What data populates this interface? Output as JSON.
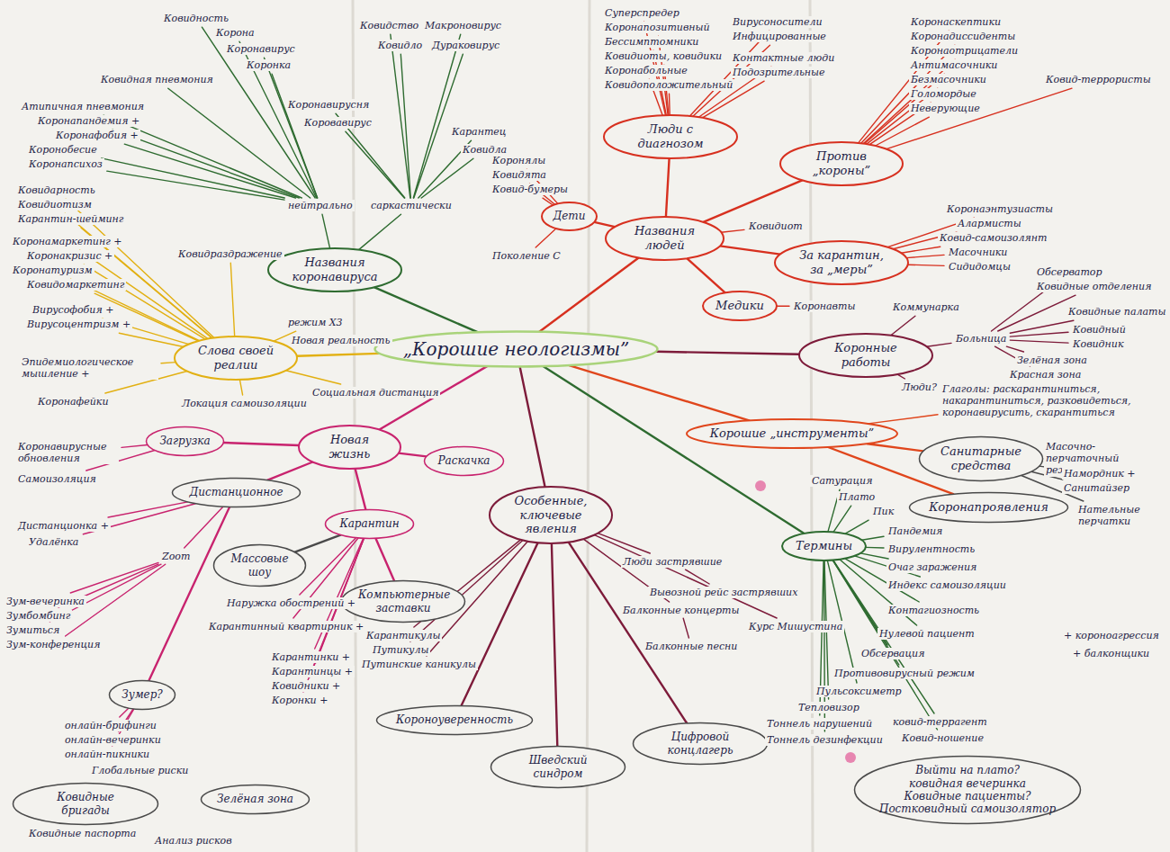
{
  "diagram": {
    "nodes": [
      {
        "text": [
          "„Корошие неологизмы”"
        ]
      },
      {
        "text": [
          "Названия коронавируса"
        ]
      },
      {
        "text": [
          "Слова своей реалии"
        ]
      },
      {
        "text": [
          "Новая жизнь"
        ]
      },
      {
        "text": [
          "Особенные, ключевые явления"
        ]
      },
      {
        "text": [
          "Названия людей"
        ]
      },
      {
        "text": [
          "Люди с диагнозом"
        ]
      },
      {
        "text": [
          "Против „короны”"
        ]
      },
      {
        "text": [
          "За карантин, за „меры”"
        ]
      },
      {
        "text": [
          "Медики"
        ]
      },
      {
        "text": [
          "Дети"
        ]
      },
      {
        "text": [
          "Коронные работы"
        ]
      },
      {
        "text": [
          "Корошие „инструменты”"
        ]
      },
      {
        "text": [
          "Санитарные средства"
        ]
      },
      {
        "text": [
          "Коронапроявления"
        ]
      },
      {
        "text": [
          "Термины"
        ]
      },
      {
        "text": [
          "Загрузка"
        ]
      },
      {
        "text": [
          "Дистанционное"
        ]
      },
      {
        "text": [
          "Массовые шоу"
        ]
      },
      {
        "text": [
          "Карантин"
        ]
      },
      {
        "text": [
          "Раскачка"
        ]
      },
      {
        "text": [
          "Компьютерные заставки"
        ]
      },
      {
        "text": [
          "Короноуверенность"
        ]
      },
      {
        "text": [
          "Шведский синдром"
        ]
      },
      {
        "text": [
          "Цифровой концлагерь"
        ]
      },
      {
        "text": [
          "Зумер?"
        ]
      },
      {
        "text": [
          "Ковидные бригады"
        ]
      },
      {
        "text": [
          "Зелёная зона"
        ]
      },
      {
        "text": [
          "Выйти на плато?",
          "ковидная вечеринка",
          "Ковидные пациенты?",
          "Постковидный самоизолятор"
        ]
      }
    ],
    "edges": [
      {
        "from": 0,
        "to": 1,
        "arrow": "none"
      },
      {
        "from": 0,
        "to": 2,
        "arrow": "none"
      },
      {
        "from": 0,
        "to": 3,
        "arrow": "none"
      },
      {
        "from": 0,
        "to": 4,
        "arrow": "none"
      },
      {
        "from": 0,
        "to": 5,
        "arrow": "none"
      },
      {
        "from": 0,
        "to": 11,
        "arrow": "none"
      },
      {
        "from": 0,
        "to": 12,
        "arrow": "none"
      },
      {
        "from": 0,
        "to": 15,
        "arrow": "none"
      },
      {
        "from": 5,
        "to": 6,
        "arrow": "none"
      },
      {
        "from": 5,
        "to": 7,
        "arrow": "none"
      },
      {
        "from": 5,
        "to": 8,
        "arrow": "none"
      },
      {
        "from": 5,
        "to": 9,
        "arrow": "none"
      },
      {
        "from": 5,
        "to": 10,
        "arrow": "none"
      },
      {
        "from": 12,
        "to": 13,
        "arrow": "none"
      },
      {
        "from": 12,
        "to": 14,
        "arrow": "none"
      },
      {
        "from": 3,
        "to": 16,
        "arrow": "none"
      },
      {
        "from": 3,
        "to": 17,
        "arrow": "none"
      },
      {
        "from": 3,
        "to": 19,
        "arrow": "none"
      },
      {
        "from": 3,
        "to": 20,
        "arrow": "none"
      },
      {
        "from": 19,
        "to": 21,
        "arrow": "none"
      },
      {
        "from": 19,
        "to": 18,
        "arrow": "none"
      },
      {
        "from": 17,
        "to": 25,
        "arrow": "none"
      },
      {
        "from": 4,
        "to": 22,
        "arrow": "none"
      },
      {
        "from": 4,
        "to": 23,
        "arrow": "none"
      },
      {
        "from": 4,
        "to": 24,
        "arrow": "none"
      }
    ],
    "labels": [
      "нейтрально",
      "саркастически",
      "Ковидность",
      "Корона",
      "Коронавирус",
      "Коронка",
      "Ковидная пневмония",
      "Атипичная пневмония",
      "Коронапандемия +",
      "Коронафобия +",
      "Коронобесие",
      "Коронапсихоз",
      "Коронавирусня",
      "Коровавирус",
      "Ковидство",
      "Ковидло",
      "Макроновирус",
      "Дураковирус",
      "Карантец",
      "Ковидла",
      "Ковидарность",
      "Ковидиотизм",
      "Карантин-шейминг",
      "Коронамаркетинг +",
      "Коронакризис +",
      "Коронатуризм",
      "Ковидомаркетинг",
      "Вирусофобия +",
      "Вирусоцентризм +",
      "Эпидемиологическое мышление +",
      "Коронафейки",
      "Ковидраздражение",
      "режим X3",
      "Новая реальность",
      "Локация самоизоляции",
      "Социальная дистанция",
      "Коронавирусные обновления",
      "Самоизоляция",
      "Дистанционка +",
      "Удалёнка",
      "Zoom",
      "Зум-вечеринка",
      "Зумбомбинг",
      "Зумиться",
      "Зум-конференция",
      "Наружка обострений +",
      "Карантинный квартирник +",
      "Карантинки +",
      "Карантинцы +",
      "Ковидники +",
      "Коронки +",
      "онлайн-брифинги",
      "онлайн-вечеринки",
      "онлайн-пикники",
      "Глобальные риски",
      "Ковидные паспорта",
      "Анализ рисков",
      "Карантикулы",
      "Путикулы",
      "Путинские каникулы",
      "Балконные концерты",
      "Балконные песни",
      "Курс Мишустина",
      "Люди застрявшие",
      "Вывозной рейс застрявших",
      "Суперспредер",
      "Коронапозитивный",
      "Бессимптомники",
      "Ковидиоты, ковидики",
      "Коронабольные",
      "Ковидоположительный",
      "Вирусоносители",
      "Инфицированные",
      "Контактные люди",
      "Подозрительные",
      "Коронаскептики",
      "Коронадиссиденты",
      "Коронаотрицатели",
      "Антимасочники",
      "Безмасочники",
      "Голомордые",
      "Неверующие",
      "Ковид-террористы",
      "Ковидиот",
      "Коронаэнтузиасты",
      "Алармисты",
      "Ковид-самоизолянт",
      "Масочники",
      "Сидидомцы",
      "Коронавты",
      "Коронялы",
      "Ковидята",
      "Ковид-бумеры",
      "Поколение C",
      "Коммунарка",
      "Больница",
      "Обсерватор",
      "Ковидные отделения",
      "Ковидные палаты",
      "Ковидный",
      "Ковидник",
      "Зелёная зона",
      "Красная зона",
      "Люди?",
      "Глаголы: раскарантиниться, накарантиниться, разковидеться, коронавирусить, скарантиться",
      "Масочно-перчаточный режим",
      "Намордник +",
      "Санитайзер",
      "Нательные перчатки",
      "Сатурация",
      "Плато",
      "Пик",
      "Пандемия",
      "Вирулентность",
      "Очаг заражения",
      "Индекс самоизоляции",
      "Контагиозность",
      "Нулевой пациент",
      "Обсервация",
      "Противовирусный режим",
      "Пульсоксиметр",
      "Тепловизор",
      "Тоннель нарушений",
      "ковид-террагент",
      "Тоннель дезинфекции",
      "Ковид-ношение",
      "+ короноагрессия",
      "+ балконщики"
    ]
  }
}
